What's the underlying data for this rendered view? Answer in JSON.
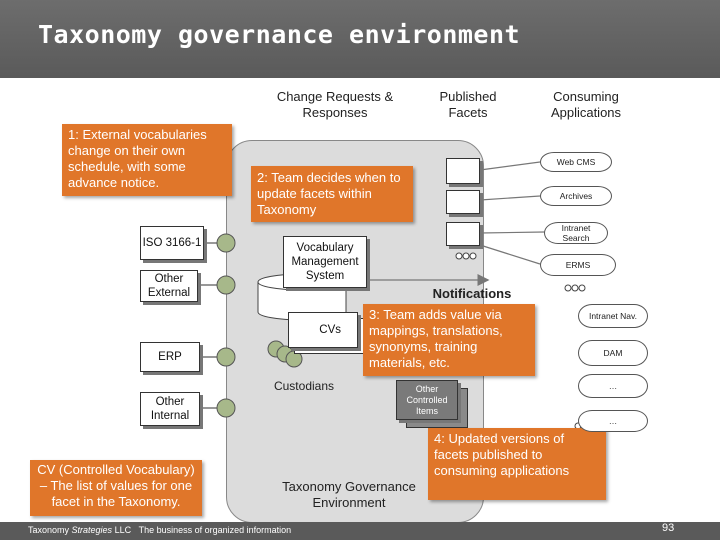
{
  "slide": {
    "title": "Taxonomy governance environment",
    "page_number": "93"
  },
  "footer": {
    "company": "Taxonomy ",
    "company_italic": "Strategies",
    "company_suffix": " LLC",
    "tagline": "The business of organized information"
  },
  "columns": {
    "change_requests": "Change Requests & Responses",
    "published_facets": "Published Facets",
    "consuming_applications": "Consuming Applications"
  },
  "callouts": {
    "external": "1: External vocabularies change on their own schedule, with some advance notice.",
    "team_decides": "2: Team decides when to update facets within Taxonomy",
    "team_adds_value": "3: Team adds value via mappings, translations, synonyms, training materials, etc.",
    "updated_versions": "4: Updated versions of facets published to consuming applications",
    "cv_definition": "CV (Controlled Vocabulary) – The list of values for one facet in the Taxonomy."
  },
  "sources": {
    "iso": "ISO 3166-1",
    "other_external": "Other External",
    "erp": "ERP",
    "other_internal": "Other Internal"
  },
  "environment": {
    "vms": "Vocabulary Management System",
    "cvs": "CVs",
    "custodians": "Custodians",
    "name": "Taxonomy Governance Environment",
    "notifications": "Notifications",
    "other_controlled_items": "Other Controlled Items"
  },
  "applications": [
    "Web CMS",
    "Archives",
    "Intranet Search",
    "ERMS",
    "Intranet Nav.",
    "DAM",
    "…",
    "…"
  ],
  "colors": {
    "title_bar": "#5a5a5a",
    "callout": "#e0762a",
    "environment": "#dcdcdc",
    "custodian_circle": "#a7b88a"
  }
}
